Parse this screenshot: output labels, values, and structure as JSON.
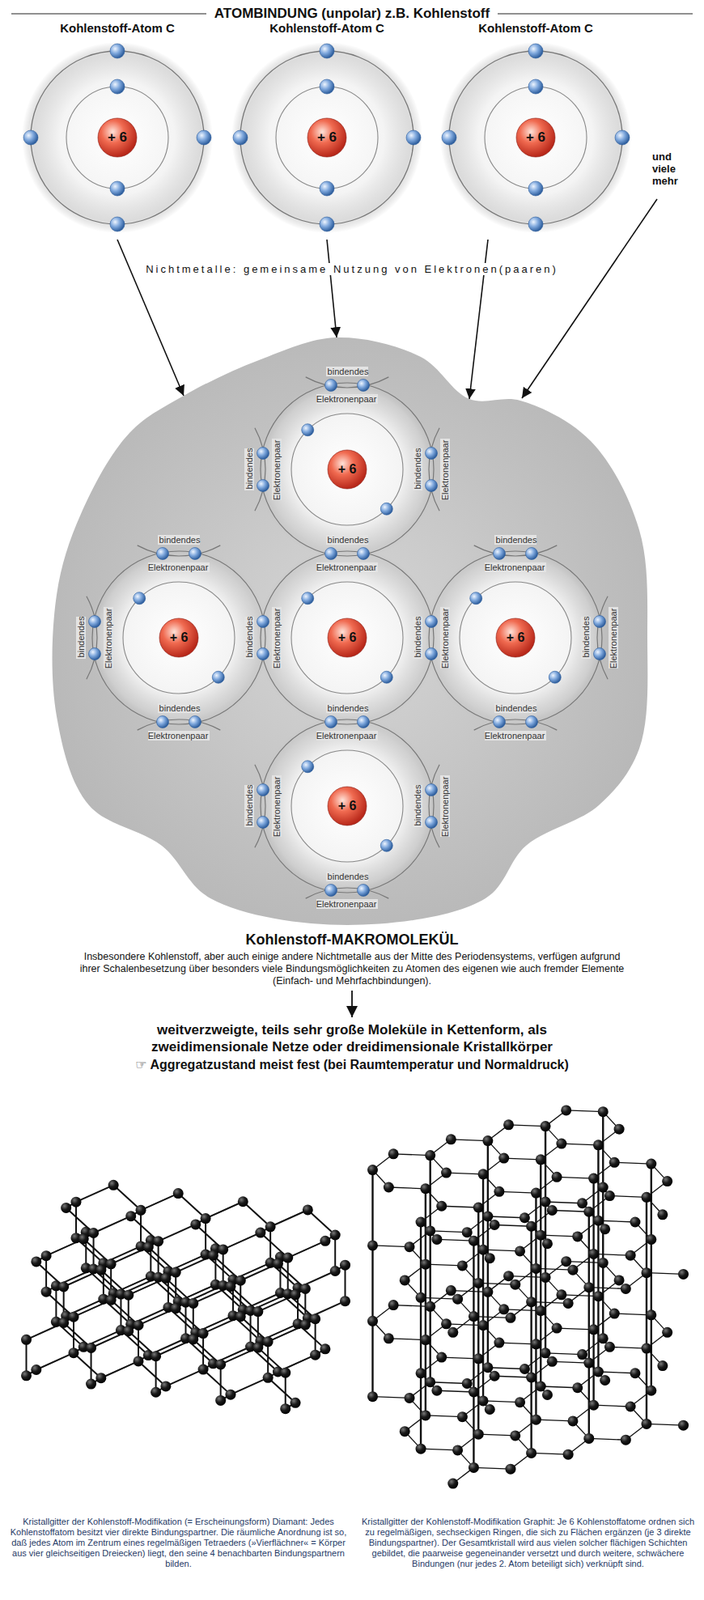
{
  "diagram": {
    "title": "ATOMBINDUNG (unpolar) z.B. Kohlenstoff",
    "nodes": [
      {
        "text": [
          "Kohlenstoff-Atom C",
          "+ 6"
        ]
      },
      {
        "text": [
          "Kohlenstoff-Atom C",
          "+ 6"
        ]
      },
      {
        "text": [
          "Kohlenstoff-Atom C",
          "+ 6"
        ]
      },
      {
        "text": [
          "Kohlenstoff-MAKROMOLEKÜL",
          "Insbesondere Kohlenstoff, aber auch einige andere Nichtmetalle aus der Mitte des Periodensystems, verfügen aufgrund ihrer Schalenbesetzung über besonders viele Bindungsmöglichkeiten zu Atomen des eigenen wie auch fremder Elemente (Einfach- und Mehrfachbindungen)."
        ]
      },
      {
        "text": [
          "+ 6"
        ],
        "in": 3
      },
      {
        "text": [
          "+ 6"
        ],
        "in": 3
      },
      {
        "text": [
          "+ 6"
        ],
        "in": 3
      },
      {
        "text": [
          "+ 6"
        ],
        "in": 3
      },
      {
        "text": [
          "+ 6"
        ],
        "in": 3
      }
    ],
    "edges": [
      {
        "from": 0,
        "to": 3,
        "arrow": "to"
      },
      {
        "from": 1,
        "to": 3,
        "arrow": "to"
      },
      {
        "from": 2,
        "to": 3,
        "arrow": "to"
      }
    ],
    "labels": [
      "und viele mehr",
      "Nichtmetalle: gemeinsame Nutzung von Elektronen(paaren)",
      "bindendes Elektronenpaar",
      "bindendes Elektronenpaar",
      "bindendes Elektronenpaar",
      "bindendes Elektronenpaar",
      "bindendes Elektronenpaar",
      "bindendes Elektronenpaar",
      "bindendes Elektronenpaar",
      "bindendes Elektronenpaar",
      "bindendes Elektronenpaar",
      "bindendes Elektronenpaar",
      "bindendes Elektronenpaar",
      "bindendes Elektronenpaar",
      "bindendes Elektronenpaar",
      "bindendes Elektronenpaar",
      "bindendes Elektronenpaar",
      "bindendes Elektronenpaar",
      "weitverzweigte, teils sehr große Moleküle in Kettenform, als zweidimensionale Netze oder dreidimensionale Kristallkörper",
      "☞ Aggregatzustand meist fest (bei Raumtemperatur und Normaldruck)",
      "Kristallgitter der Kohlenstoff-Modifikation (= Erscheinungsform) Diamant: Jedes Kohlenstoffatom besitzt vier direkte Bindungspartner. Die räumliche Anordnung ist so, daß jedes Atom im Zentrum eines regelmäßigen Tetraeders (»Vierflächner« = Körper aus vier gleichseitigen Dreiecken) liegt, den seine 4 benachbarten Bindungspartnern bilden.",
      "Kristallgitter der Kohlenstoff-Modifikation Graphit: Je 6 Kohlenstoffatome ordnen sich zu regelmäßigen, sechseckigen Ringen, die sich zu Flächen ergänzen (je 3 direkte Bindungspartner). Der Gesamtkristall wird aus vielen solcher flächigen Schichten gebildet, die paarweise gegeneinander versetzt und durch weitere, schwächere Bindungen (nur jedes 2. Atom beteiligt sich) verknüpft sind."
    ]
  }
}
